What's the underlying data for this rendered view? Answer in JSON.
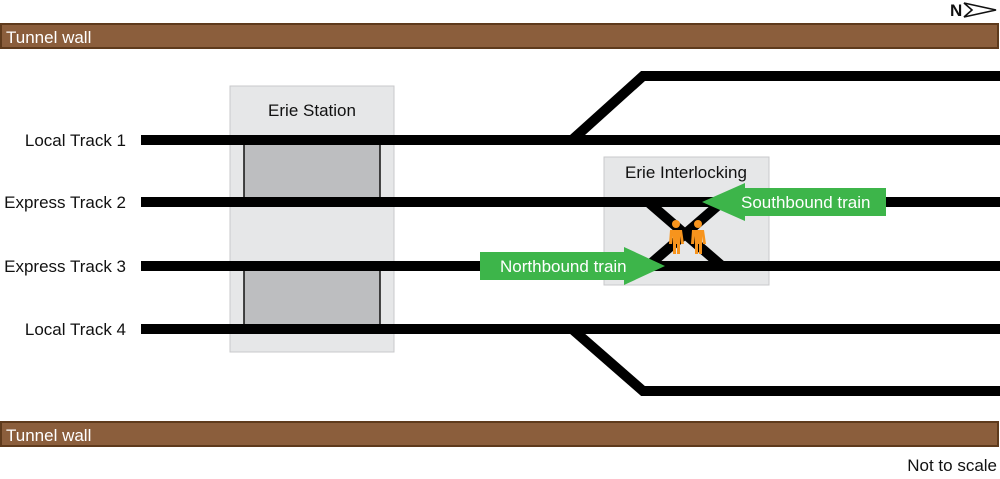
{
  "compass": {
    "label": "N",
    "icon": "north-arrow-icon"
  },
  "walls": {
    "top_label": "Tunnel wall",
    "bottom_label": "Tunnel wall",
    "color": "#8b5e3c",
    "border": "#5e3a1c"
  },
  "tracks": [
    {
      "label": "Local Track 1"
    },
    {
      "label": "Express Track 2"
    },
    {
      "label": "Express Track 3"
    },
    {
      "label": "Local Track 4"
    }
  ],
  "station": {
    "label": "Erie Station",
    "color": "#e6e7e8",
    "platform_color": "#bdbec0"
  },
  "interlocking": {
    "label": "Erie Interlocking",
    "color": "#e6e7e8"
  },
  "trains": {
    "southbound": {
      "label": "Southbound train",
      "color": "#3db54a"
    },
    "northbound": {
      "label": "Northbound train",
      "color": "#3db54a"
    }
  },
  "workers": {
    "icon": "worker-icon",
    "count": 2,
    "color": "#f7941d"
  },
  "footer": {
    "scale_note": "Not to scale"
  }
}
